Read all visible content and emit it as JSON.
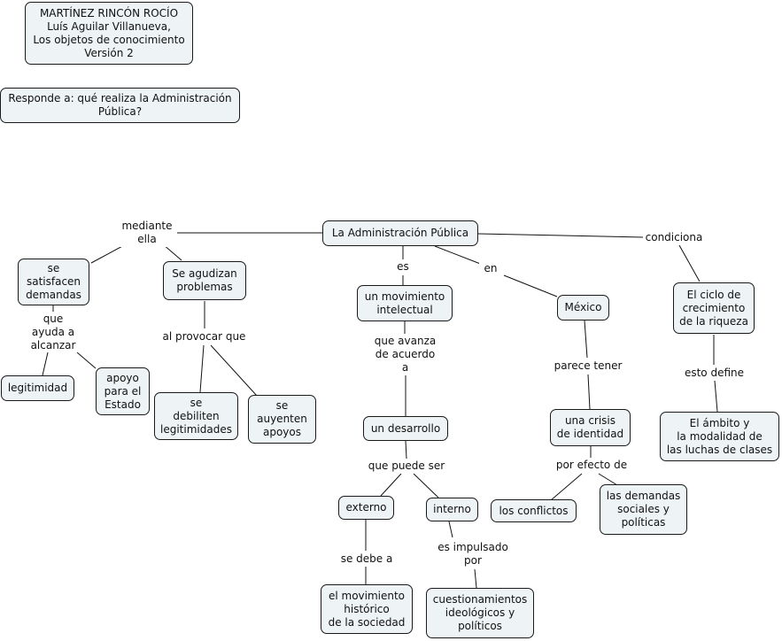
{
  "nodes": {
    "header": "MARTÍNEZ RINCÓN ROCÍO\nLuís Aguilar Villanueva,\nLos objetos de conocimiento\nVersión 2",
    "question": "Responde a: qué realiza la Administración\nPública?",
    "admin": "La Administración Pública",
    "satisfacen": "se\nsatisfacen\ndemandas",
    "agudizan": "Se agudizan\nproblemas",
    "legitimidad": "legitimidad",
    "apoyo": "apoyo\npara el\nEstado",
    "debiliten": "se\ndebiliten\nlegitimidades",
    "auyenten": "se\nauyenten\napoyos",
    "movimiento": "un movimiento\nintelectual",
    "mexico": "México",
    "ciclo": "El ciclo de\ncrecimiento\nde la riqueza",
    "desarrollo": "un desarrollo",
    "crisis": "una crisis\nde identidad",
    "ambito": "El ámbito y\nla modalidad de\nlas luchas de clases",
    "externo": "externo",
    "interno": "interno",
    "conflictos": "los conflictos",
    "demandas_sociales": "las demandas\nsociales y\npolíticas",
    "mov_historico": "el movimiento\nhistórico\nde la sociedad",
    "cuestionamientos": "cuestionamientos\nideológicos y\npolíticos"
  },
  "labels": {
    "mediante": "mediante\nella",
    "es": "es",
    "en": "en",
    "condiciona": "condiciona",
    "ayuda": "que\nayuda a\nalcanzar",
    "provocar": "al provocar que",
    "avanza": "que avanza\nde acuerdo\na",
    "parece": "parece tener",
    "define": "esto define",
    "puede": "que puede ser",
    "efecto": "por efecto de",
    "debe": "se debe a",
    "impulsado": "es impulsado\npor"
  }
}
